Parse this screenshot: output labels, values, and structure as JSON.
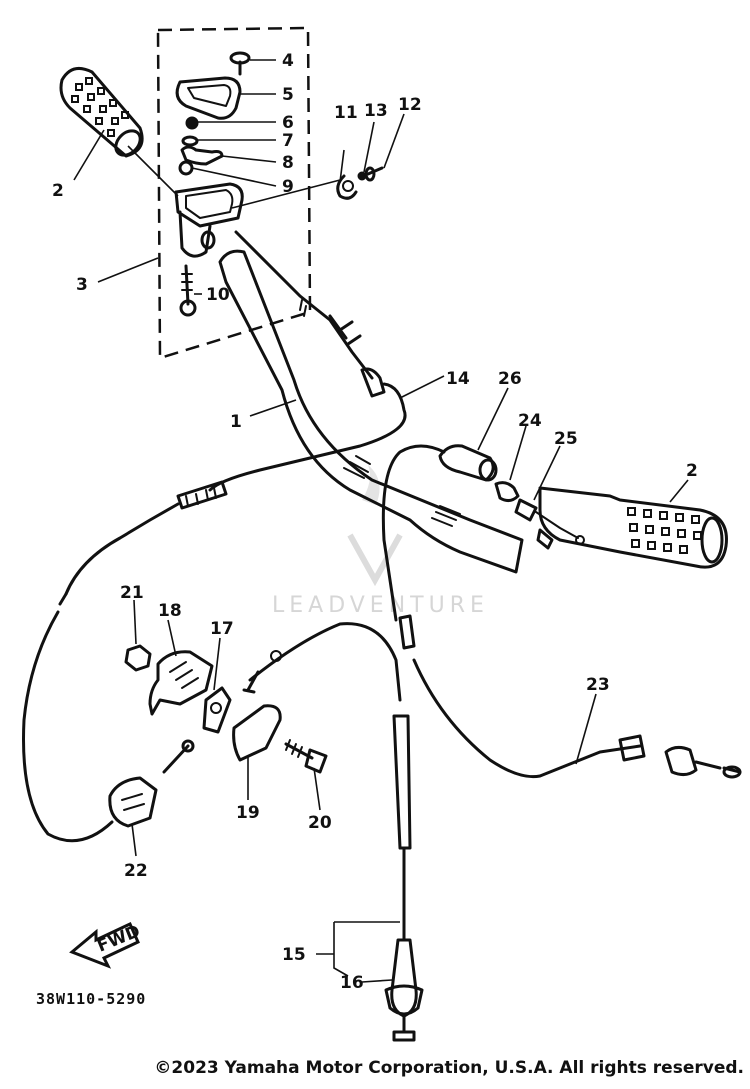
{
  "labels": {
    "p1": "1",
    "p2a": "2",
    "p2b": "2",
    "p3": "3",
    "p4": "4",
    "p5": "5",
    "p6": "6",
    "p7": "7",
    "p8": "8",
    "p9": "9",
    "p10": "10",
    "p11": "11",
    "p12": "12",
    "p13": "13",
    "p14": "14",
    "p15": "15",
    "p16": "16",
    "p17": "17",
    "p18": "18",
    "p19": "19",
    "p20": "20",
    "p21": "21",
    "p22": "22",
    "p23": "23",
    "p24": "24",
    "p25": "25",
    "p26": "26"
  },
  "fwd_label": "FWD",
  "diagram_code": "38W110-5290",
  "watermark": "LEADVENTURE",
  "copyright": "©2023 Yamaha Motor Corporation, U.S.A. All rights reserved."
}
